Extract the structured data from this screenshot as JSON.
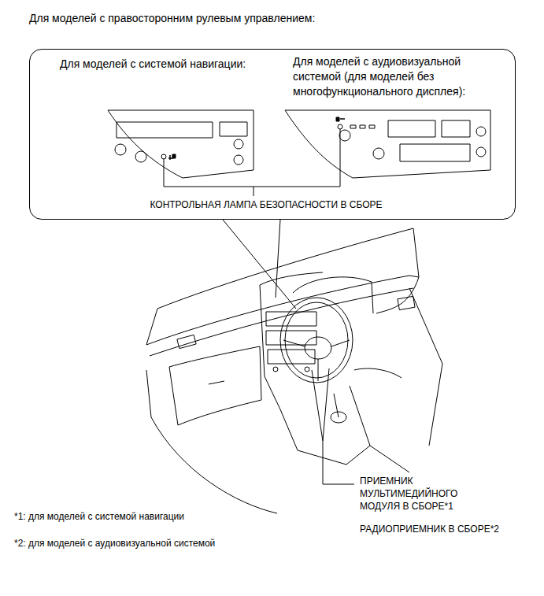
{
  "diagram": {
    "title": "Для моделей с правосторонним рулевым управлением:",
    "nodes": [
      {
        "text": [
          "Для моделей с системой навигации:",
          "Для моделей с аудиовизуальной системой (для моделей без многофункционального дисплея):",
          "КОНТРОЛЬНАЯ ЛАМПА БЕЗОПАСНОСТИ В СБОРЕ"
        ]
      }
    ],
    "labels": [
      "ПРИЕМНИК МУЛЬТИМЕДИЙНОГО МОДУЛЯ В СБОРЕ*1",
      "РАДИОПРИЕМНИК В СБОРЕ*2",
      "*1: для моделей с системой навигации",
      "*2: для моделей с аудиовизуальной системой"
    ]
  }
}
